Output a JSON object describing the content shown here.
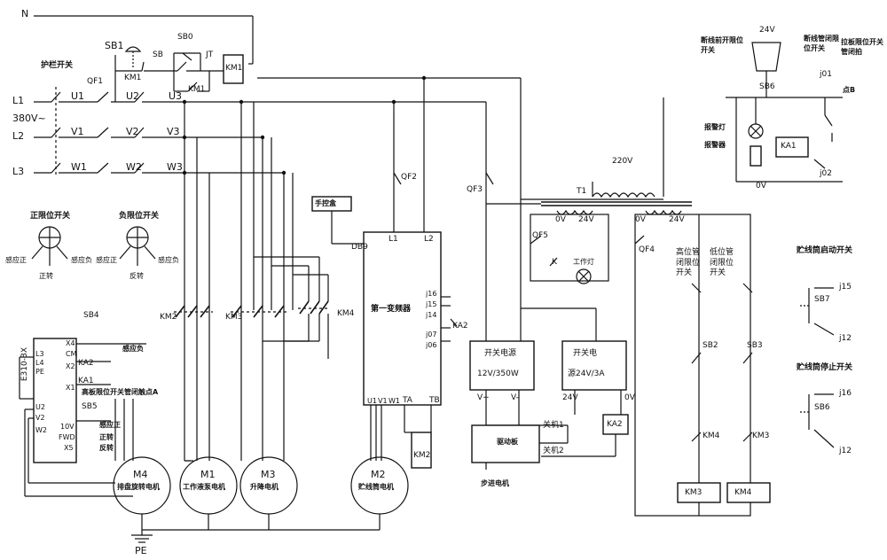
{
  "supply": {
    "neutral": "N",
    "l1": "L1",
    "l2": "L2",
    "l3": "L3",
    "voltage": "380V~",
    "main_switch": "护栏开关",
    "qf1": "QF1"
  },
  "terminals": {
    "u1": "U1",
    "v1": "V1",
    "w1": "W1",
    "u2": "U2",
    "v2": "V2",
    "w2": "W2",
    "u3": "U3",
    "v3": "V3",
    "w3": "W3"
  },
  "control": {
    "sb1": "SB1",
    "sb0": "SB0",
    "sb": "SB",
    "jt": "JT",
    "km1": "KM1",
    "km1_aux": "KM1"
  },
  "breakers": {
    "qf2": "QF2",
    "qf3": "QF3",
    "qf4": "QF4",
    "qf5": "QF5"
  },
  "transformer": {
    "t1": "T1",
    "primary": "220V",
    "sec1_0v": "0V",
    "sec1_24v": "24V",
    "sec2_0v": "0V",
    "sec2_24v": "24V"
  },
  "lamp": {
    "k": "K",
    "work_lamp": "工作灯"
  },
  "limit_labels": {
    "pos_switch": "正限位开关",
    "neg_switch": "负限位开关",
    "rot_pos": "感应正",
    "fwd": "正转",
    "rot_neg": "感应负",
    "rev_pos": "感应正",
    "rev": "反转",
    "rev_neg": "感应负"
  },
  "contactors": {
    "km2": "KM2",
    "km3": "KM3",
    "km4": "KM4"
  },
  "hand_panel": "手控盒",
  "vfd": {
    "title": "第一变频器",
    "db9": "DB9",
    "l1": "L1",
    "l2": "L2",
    "j16": "j16",
    "j15": "j15",
    "j14": "j14",
    "j07": "j07",
    "j06": "j06",
    "ka2": "KA2",
    "u1": "U1",
    "v1": "V1",
    "w1": "W1",
    "ta": "TA",
    "tb": "TB",
    "km2": "KM2"
  },
  "psu1": {
    "line1": "开关电源",
    "line2": "12V/350W",
    "vplus": "V+",
    "vminus": "V-"
  },
  "psu2": {
    "line1": "开关电",
    "line2": "源24V/3A",
    "v24": "24V",
    "v0": "0V"
  },
  "ka2_box": "KA2",
  "driver": {
    "title": "驱动板",
    "off1": "关机1",
    "off2": "关机2",
    "stepper": "步进电机"
  },
  "right_circuit": {
    "col1": "高位管闭限位开关",
    "col2": "低位管闭限位开关",
    "sb2": "SB2",
    "sb3": "SB3",
    "km4c": "KM4",
    "km3c": "KM3",
    "coil1": "KM3",
    "coil2": "KM4"
  },
  "switches_right": {
    "title1": "贮线筒启动开关",
    "sb7": "SB7",
    "j15": "j15",
    "j12a": "j12",
    "title2": "贮线筒停止开关",
    "sb6": "SB6",
    "j16": "j16",
    "j12b": "j12"
  },
  "alarm": {
    "v24": "24V",
    "wire_break": "断线前开限位开关",
    "tube_lim": "断线管闭限位开关",
    "tube_rod": "拉板限位开关管闭拍",
    "sb6": "SB6",
    "j01": "j01",
    "pt_b": "点B",
    "lamp": "报警灯",
    "buzzer": "报警器",
    "ka1": "KA1",
    "v0": "0V",
    "j02": "j02"
  },
  "e310": {
    "model": "E310-BX",
    "l3": "L3",
    "l4": "L4",
    "pe": "PE",
    "x4": "X4",
    "cm": "CM",
    "x2": "X2",
    "x1": "X1",
    "sb4": "SB4",
    "ka2": "KA2",
    "ka1": "KA1",
    "note_neg": "感应负",
    "note_lim": "高板限位开关管闭触点A",
    "sb5": "SB5",
    "u2": "U2",
    "v2": "V2",
    "w2": "W2",
    "v10": "10V",
    "fwd": "FWD",
    "x5": "X5",
    "sense_pos": "感应正",
    "fwd_lbl": "正转",
    "rev_lbl": "反转"
  },
  "motors": {
    "m4": "M4",
    "m4_name": "排盘旋转电机",
    "m1": "M1",
    "m1_name": "工作液泵电机",
    "m3": "M3",
    "m3_name": "升降电机",
    "m2": "M2",
    "m2_name": "贮线筒电机"
  },
  "ground": "PE"
}
